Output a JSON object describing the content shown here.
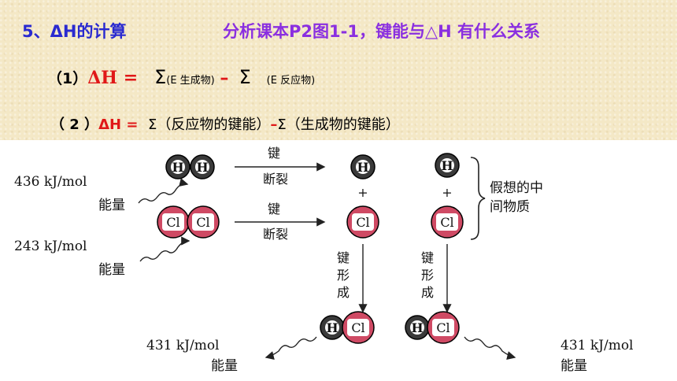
{
  "header": {
    "title_left": "5、ΔH的计算",
    "title_right": "分析课本P2图1-1，键能与△H 有什么关系"
  },
  "formula1": {
    "prefix": "（1）",
    "dh": "ΔH",
    "eq": " = ",
    "sum1": "Σ",
    "term1": "(E 生成物)",
    "minus": "–",
    "sum2": "Σ",
    "term2": "(E 反应物)"
  },
  "formula2": {
    "prefix": "（ 2 ）",
    "dh": "ΔH",
    "eq": " = ",
    "term1": "Σ（反应物的键能）",
    "minus": "–",
    "term2": "Σ（生成物的键能）"
  },
  "diagram": {
    "h2_energy": "436 kJ/mol",
    "cl2_energy": "243 kJ/mol",
    "energy_label": "能量",
    "bond_break_top": "键",
    "bond_break_bottom": "断裂",
    "bond_form_chars": [
      "键",
      "形",
      "成"
    ],
    "plus": "+",
    "atom_h": "H",
    "atom_cl": "Cl",
    "intermediate_line1": "假想的中",
    "intermediate_line2": "间物质",
    "hcl_energy_left": "431 kJ/mol",
    "hcl_energy_right": "431 kJ/mol"
  },
  "colors": {
    "h_atom": "#3a3a3a",
    "cl_atom": "#cf4a64",
    "title_left": "#2a2ad0",
    "title_right": "#8a2fe0",
    "delta_h": "#e01818",
    "header_bg": "#f4e8c6"
  }
}
